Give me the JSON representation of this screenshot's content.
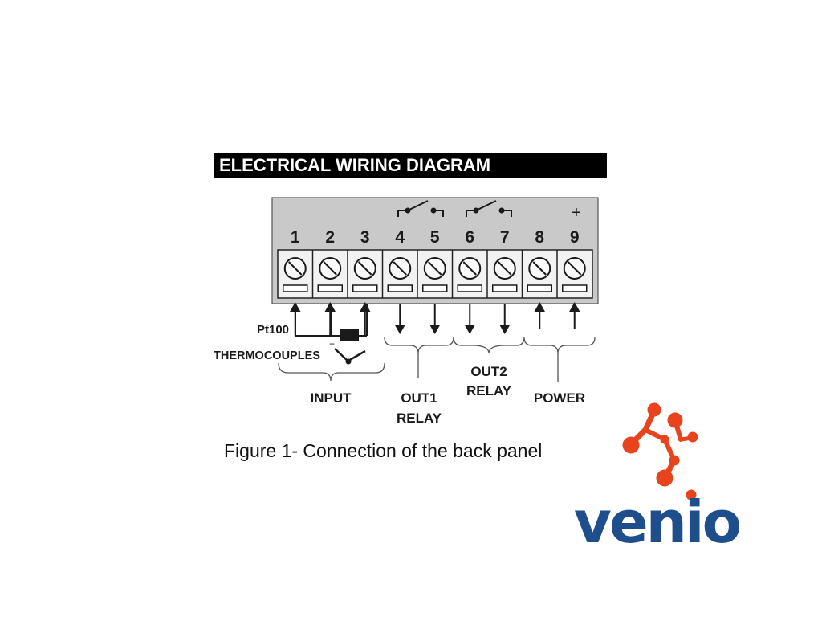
{
  "header": {
    "title": "ELECTRICAL WIRING DIAGRAM"
  },
  "panel": {
    "terminals": [
      "1",
      "2",
      "3",
      "4",
      "5",
      "6",
      "7",
      "8",
      "9"
    ],
    "plus_sign": "+",
    "sensor_labels": {
      "pt100": "Pt100",
      "thermocouples": "THERMOCOUPLES",
      "tc_plus": "+"
    },
    "groups": {
      "input": "INPUT",
      "out1_line1": "OUT1",
      "out1_line2": "RELAY",
      "out2_line1": "OUT2",
      "out2_line2": "RELAY",
      "power": "POWER"
    }
  },
  "caption": "Figure 1- Connection of the back panel",
  "logo": {
    "wordmark": "venio",
    "colors": {
      "word": "#1f4e8c",
      "nodes": "#e8431c"
    }
  },
  "colors": {
    "panel": "#c9c9c9",
    "terminal_block": "#f2f2f2",
    "line": "#1a1a1a"
  }
}
